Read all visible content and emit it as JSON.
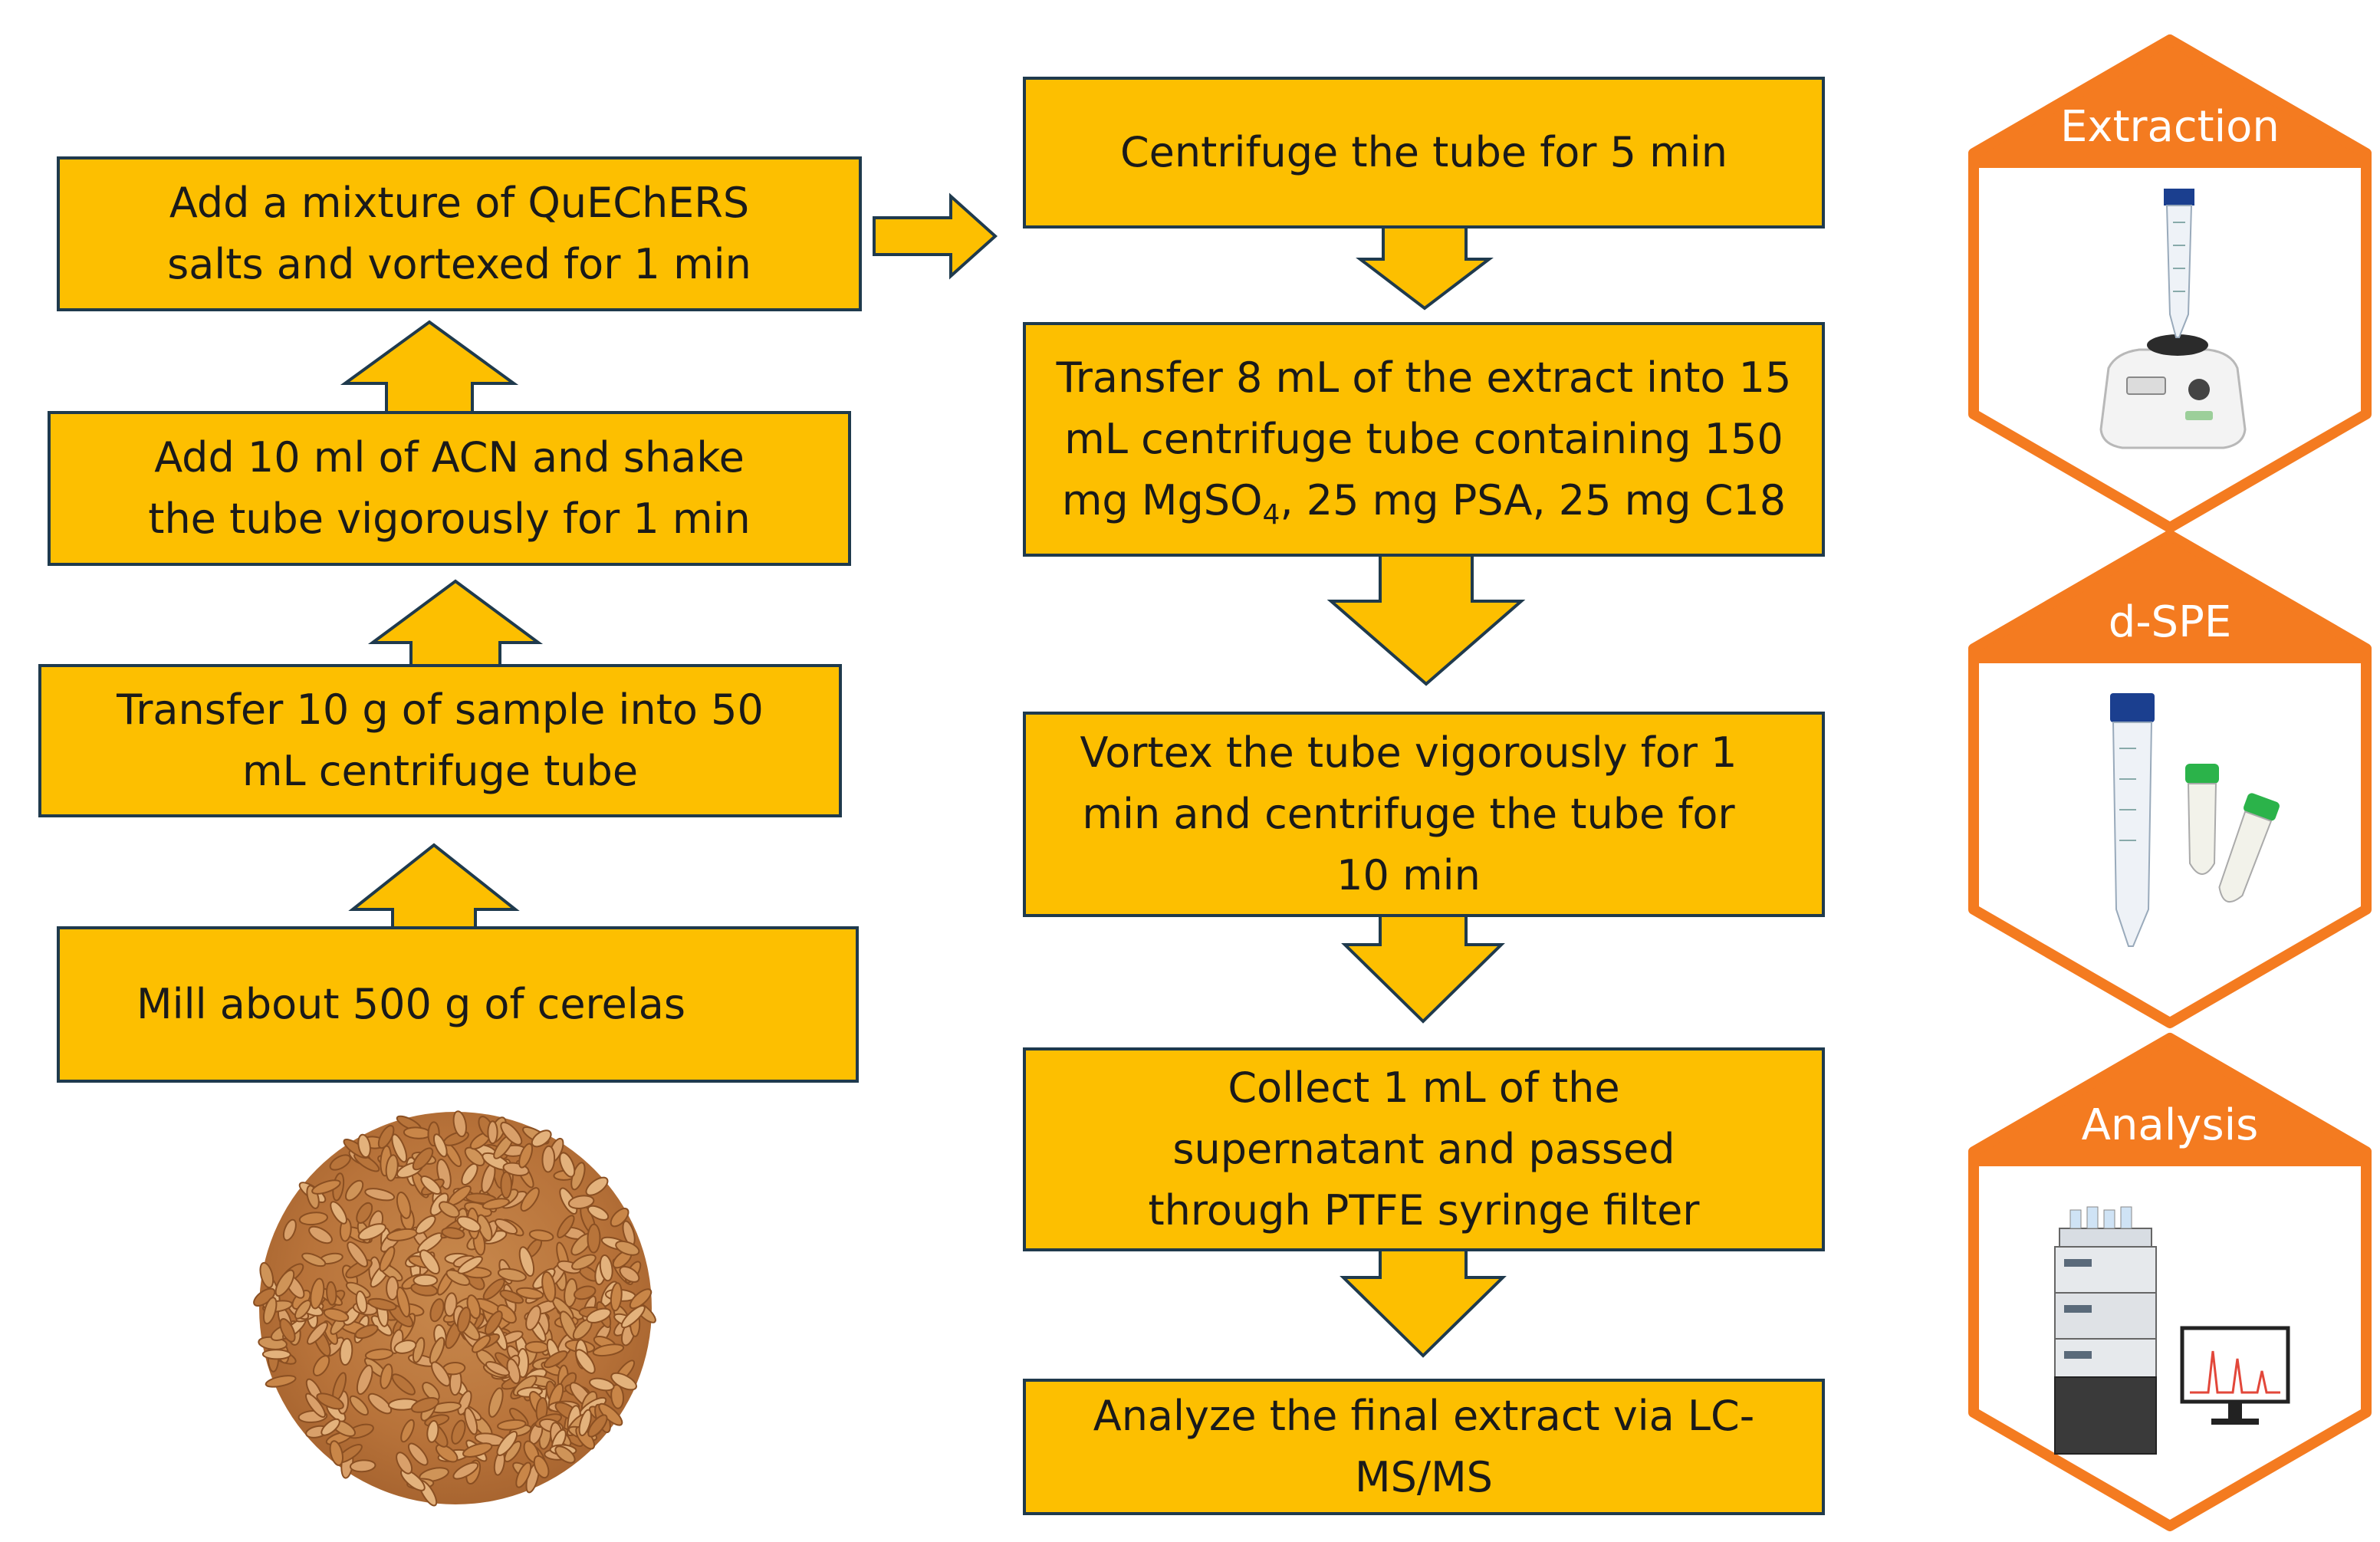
{
  "steps": {
    "left": {
      "quechers": [
        "Add a mixture of QuEChERS",
        "salts and vortexed for 1 min"
      ],
      "acn": [
        "Add 10 ml of ACN and shake",
        "the tube vigorously for 1 min"
      ],
      "transfer_sample": [
        "Transfer 10 g of sample into 50",
        "mL centrifuge tube"
      ],
      "mill": [
        "Mill about 500 g of cerelas"
      ]
    },
    "right": {
      "centrifuge5": [
        "Centrifuge the tube for 5 min"
      ],
      "transfer_extract": [
        "Transfer 8 mL of the extract into 15",
        "mL centrifuge tube containing 150",
        "mg MgSO",
        "4",
        ", 25 mg PSA, 25 mg C18"
      ],
      "vortex": [
        "Vortex the tube vigorously for 1",
        "min and centrifuge the tube for",
        "10 min"
      ],
      "collect": [
        "Collect 1 mL of the",
        "supernatant and passed",
        "through PTFE syringe filter"
      ],
      "analyze": [
        "Analyze the final extract via LC-",
        "MS/MS"
      ]
    }
  },
  "stages": [
    {
      "label": "Extraction",
      "icon": "vortex-mixer-icon"
    },
    {
      "label": "d-SPE",
      "icon": "centrifuge-tubes-icon"
    },
    {
      "label": "Analysis",
      "icon": "lc-ms-instrument-icon"
    }
  ],
  "colors": {
    "box_fill": "#fdbf00",
    "box_border": "#1f3a4d",
    "hex_orange": "#f47b20"
  }
}
